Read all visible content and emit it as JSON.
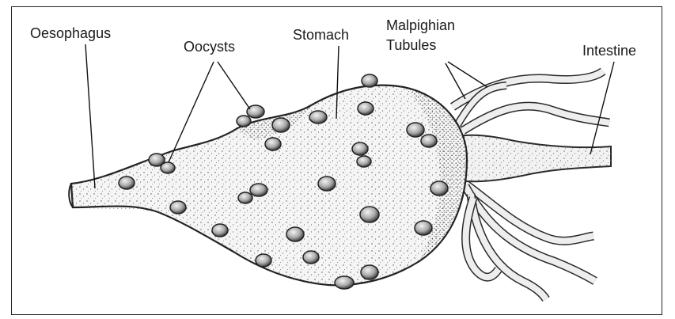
{
  "diagram": {
    "labels": {
      "oesophagus": "Oesophagus",
      "oocysts": "Oocysts",
      "stomach": "Stomach",
      "malpighian_line1": "Malpighian",
      "malpighian_line2": "Tubules",
      "intestine": "Intestine"
    },
    "colors": {
      "outline": "#2a2a2a",
      "body_fill": "#f4f4f4",
      "shade": "#9a9a9a",
      "oocyst_fill": "#bdbdbd",
      "tubule_fill": "#ededed"
    }
  }
}
